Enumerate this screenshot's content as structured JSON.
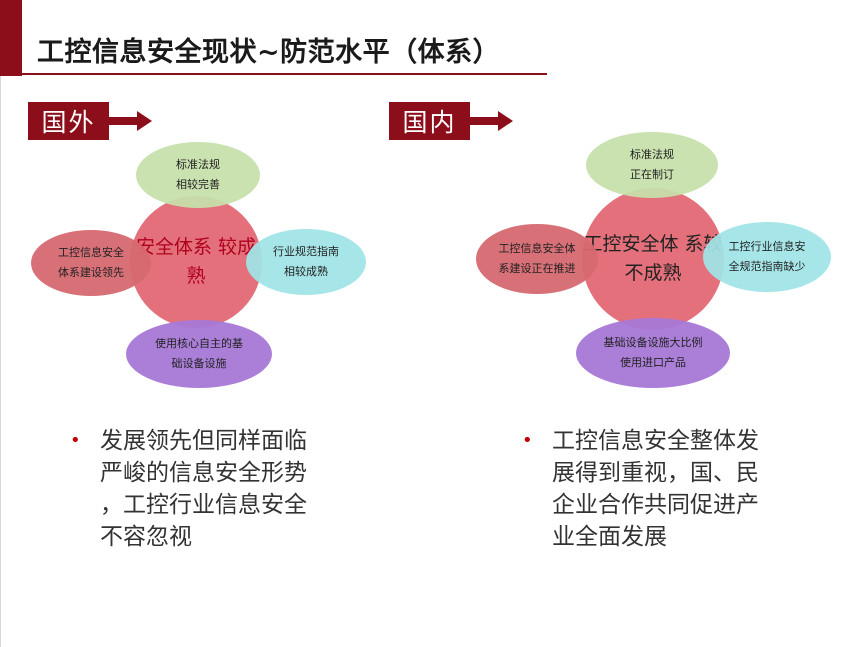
{
  "slide": {
    "title": "工控信息安全现状~防范水平（体系）"
  },
  "foreign": {
    "tag": "国外",
    "center": [
      "安全体系",
      "较成熟"
    ],
    "top": [
      "标准法规",
      "相较完善"
    ],
    "left": [
      "工控信息安全",
      "体系建设领先"
    ],
    "right": [
      "行业规范指南",
      "相较成熟"
    ],
    "bottom": [
      "使用核心自主的基",
      "础设备设施"
    ],
    "bullet": [
      "发展领先但同样面临",
      "严峻的信息安全形势",
      "，工控行业信息安全",
      "不容忽视"
    ]
  },
  "domestic": {
    "tag": "国内",
    "center": [
      "工控安全体",
      "系较不成熟"
    ],
    "top": [
      "标准法规",
      "正在制订"
    ],
    "left": [
      "工控信息安全体",
      "系建设正在推进"
    ],
    "right": [
      "工控行业信息安",
      "全规范指南缺少"
    ],
    "bottom": [
      "基础设备设施大比例",
      "使用进口产品"
    ],
    "bullet": [
      "工控信息安全整体发",
      "展得到重视，国、民",
      "企业合作共同促进产",
      "业全面发展"
    ]
  },
  "colors": {
    "brand": "#8b0e1a",
    "bullet": "#c00000",
    "foreign_center_text": "#b00020",
    "domestic_center_text": "#222222"
  }
}
